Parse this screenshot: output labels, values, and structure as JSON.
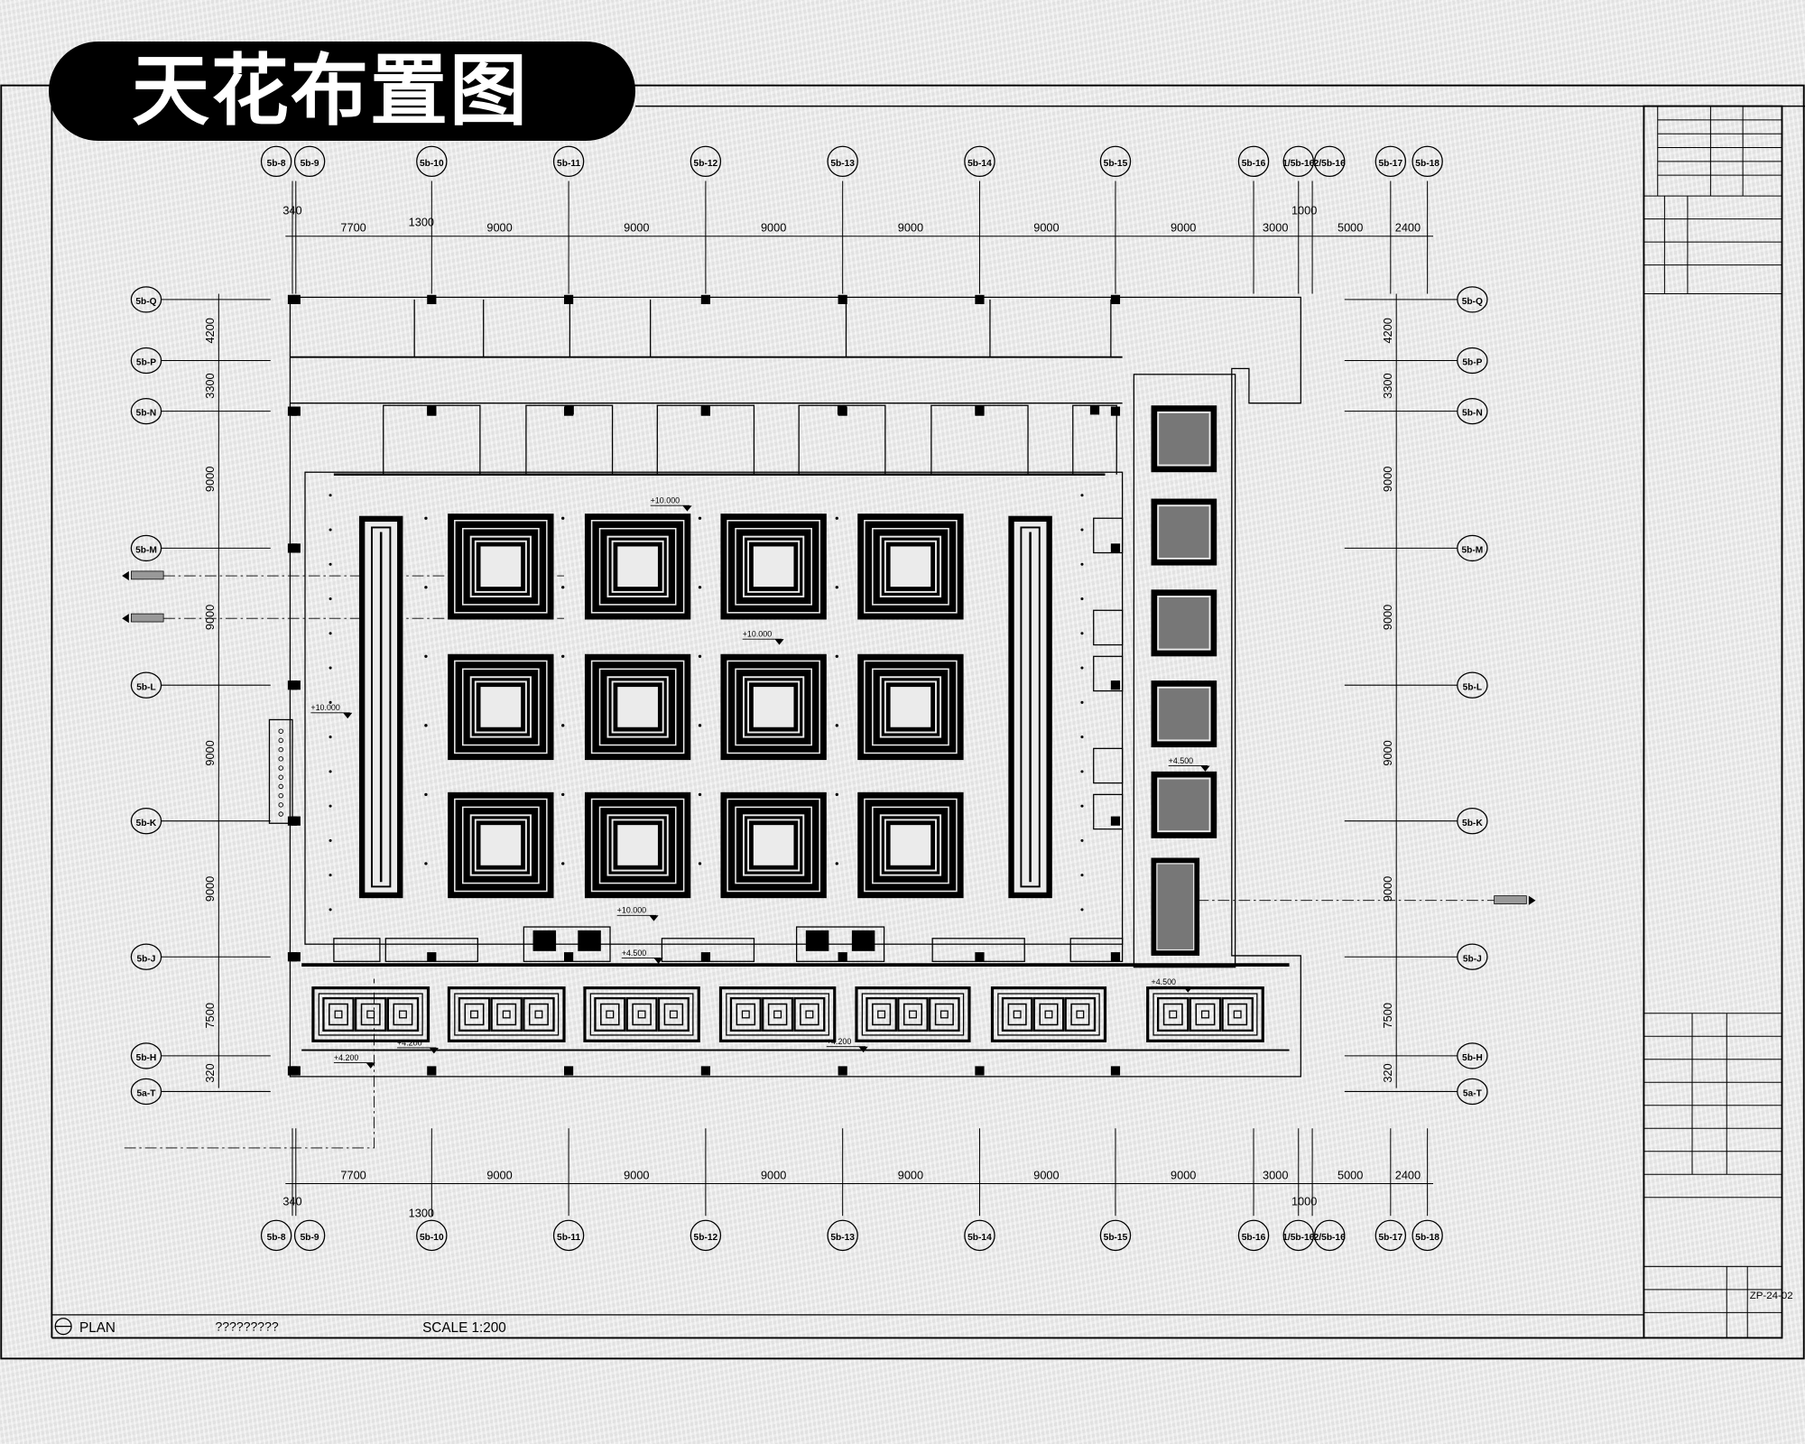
{
  "title": "天花布置图",
  "grid": {
    "columns": [
      "5b-8",
      "5b-9",
      "5b-10",
      "5b-11",
      "5b-12",
      "5b-13",
      "5b-14",
      "5b-15",
      "5b-16",
      "1/5b-16",
      "2/5b-16",
      "5b-17",
      "5b-18"
    ],
    "rows": [
      "5b-Q",
      "5b-P",
      "5b-N",
      "5b-M",
      "5b-L",
      "5b-K",
      "5b-J",
      "5b-H",
      "5a-T"
    ]
  },
  "dimensions": {
    "horizontal": [
      "340",
      "7700",
      "1300",
      "9000",
      "9000",
      "9000",
      "9000",
      "9000",
      "9000",
      "3000",
      "1000",
      "5000",
      "2400"
    ],
    "vertical": [
      "4200",
      "3300",
      "9000",
      "9000",
      "9000",
      "9000",
      "7500",
      "320"
    ]
  },
  "elevations": [
    "+10.000",
    "+10.000",
    "+10.000",
    "+10.000",
    "+4.500",
    "+4.500",
    "+4.500",
    "+4.200",
    "+4.200",
    "+4.200"
  ],
  "footer": {
    "view_name": "PLAN",
    "view_subtitle": "?????????",
    "scale": "SCALE 1:200"
  },
  "title_block": {
    "drawing_number": "ZP-24-02"
  },
  "colors": {
    "ink": "#000000",
    "paper": "#ebebeb",
    "title_bg": "#000000",
    "title_text": "#ffffff"
  }
}
